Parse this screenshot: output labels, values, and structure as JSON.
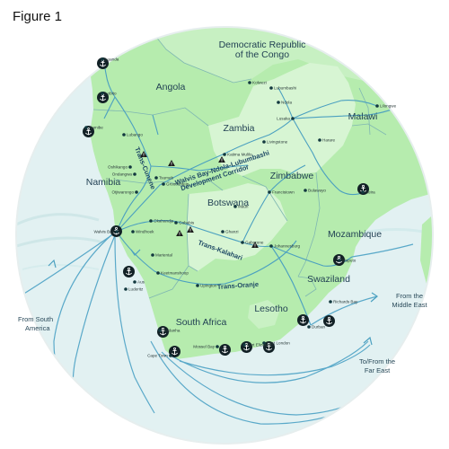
{
  "figure_title": "Figure 1",
  "colors": {
    "land": "#b6ecae",
    "neighbour_land": "#c7f0c2",
    "landlocked": "#d7f5d3",
    "sea": "#e2f1f2",
    "border": "#7fb7b2",
    "route": "#4ba0c0",
    "city_dot": "#12383f",
    "port_icon_bg": "#122126"
  },
  "countries": [
    {
      "name_lines": [
        "Democratic Republic",
        "of the Congo"
      ]
    },
    {
      "name_lines": [
        "Angola"
      ]
    },
    {
      "name_lines": [
        "Zambia"
      ]
    },
    {
      "name_lines": [
        "Malawi"
      ]
    },
    {
      "name_lines": [
        "Zimbabwe"
      ]
    },
    {
      "name_lines": [
        "Namibia"
      ]
    },
    {
      "name_lines": [
        "Botswana"
      ]
    },
    {
      "name_lines": [
        "Mozambique"
      ]
    },
    {
      "name_lines": [
        "Swaziland"
      ]
    },
    {
      "name_lines": [
        "Lesotho"
      ]
    },
    {
      "name_lines": [
        "South Africa"
      ]
    }
  ],
  "corridors": [
    {
      "name": "Trans-Cunene"
    },
    {
      "name_lines": [
        "Walvis Bay-Ndola-Lubumbashi",
        "Development Corridor"
      ]
    },
    {
      "name": "Trans-Kalahari"
    },
    {
      "name": "Trans-Oranje"
    }
  ],
  "cities": [
    {
      "name": "Luanda"
    },
    {
      "name": "Lobito"
    },
    {
      "name": "Namibe"
    },
    {
      "name": "Lubango"
    },
    {
      "name": "Oshikango"
    },
    {
      "name": "Ondangwa"
    },
    {
      "name": "Tsumeb"
    },
    {
      "name": "Grootfontein"
    },
    {
      "name": "Otjiwarongo"
    },
    {
      "name": "Walvis Bay"
    },
    {
      "name": "Windhoek"
    },
    {
      "name": "Okahandja"
    },
    {
      "name": "Gobabis"
    },
    {
      "name": "Mariental"
    },
    {
      "name": "Keetmanshoop"
    },
    {
      "name": "Aus"
    },
    {
      "name": "Luderitz"
    },
    {
      "name": "Upington"
    },
    {
      "name": "Kolwezi"
    },
    {
      "name": "Lubumbashi"
    },
    {
      "name": "Ndola"
    },
    {
      "name": "Lusaka"
    },
    {
      "name": "Livingstone"
    },
    {
      "name": "Katima Mulilo"
    },
    {
      "name": "Lilongwe"
    },
    {
      "name": "Harare"
    },
    {
      "name": "Bulawayo"
    },
    {
      "name": "Francistown"
    },
    {
      "name": "Maun"
    },
    {
      "name": "Ghanzi"
    },
    {
      "name": "Gaborone"
    },
    {
      "name": "Johannesburg"
    },
    {
      "name": "Beira"
    },
    {
      "name": "Maputo"
    },
    {
      "name": "Durban"
    },
    {
      "name": "Richards Bay"
    },
    {
      "name": "East London"
    },
    {
      "name": "Port Elizabeth"
    },
    {
      "name": "Mossel Bay"
    },
    {
      "name": "Cape Town"
    },
    {
      "name": "Saldanha"
    }
  ],
  "external_destinations": [
    {
      "name_lines": [
        "From South",
        "America"
      ]
    },
    {
      "name_lines": [
        "From the",
        "Middle East"
      ]
    },
    {
      "name_lines": [
        "To/From the",
        "Far East"
      ]
    }
  ]
}
